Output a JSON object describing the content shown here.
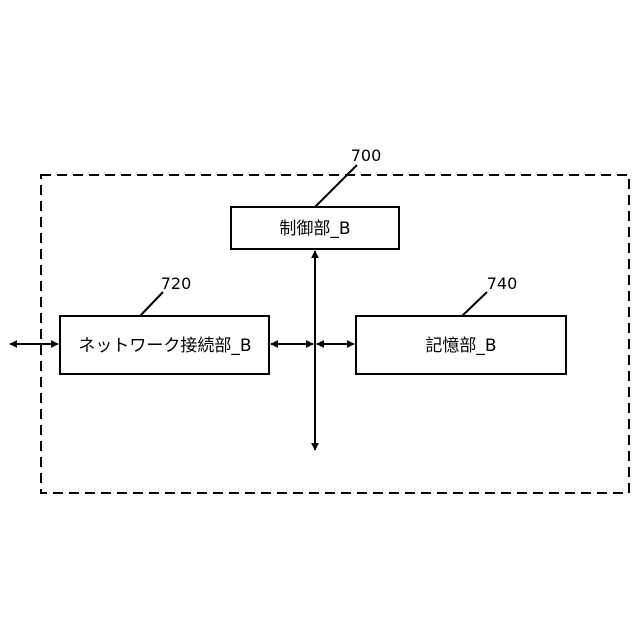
{
  "diagram": {
    "control_unit": {
      "label": "制御部_B",
      "ref": "700"
    },
    "network_unit": {
      "label": "ネットワーク接続部_B",
      "ref": "720"
    },
    "storage_unit": {
      "label": "記憶部_B",
      "ref": "740"
    }
  }
}
